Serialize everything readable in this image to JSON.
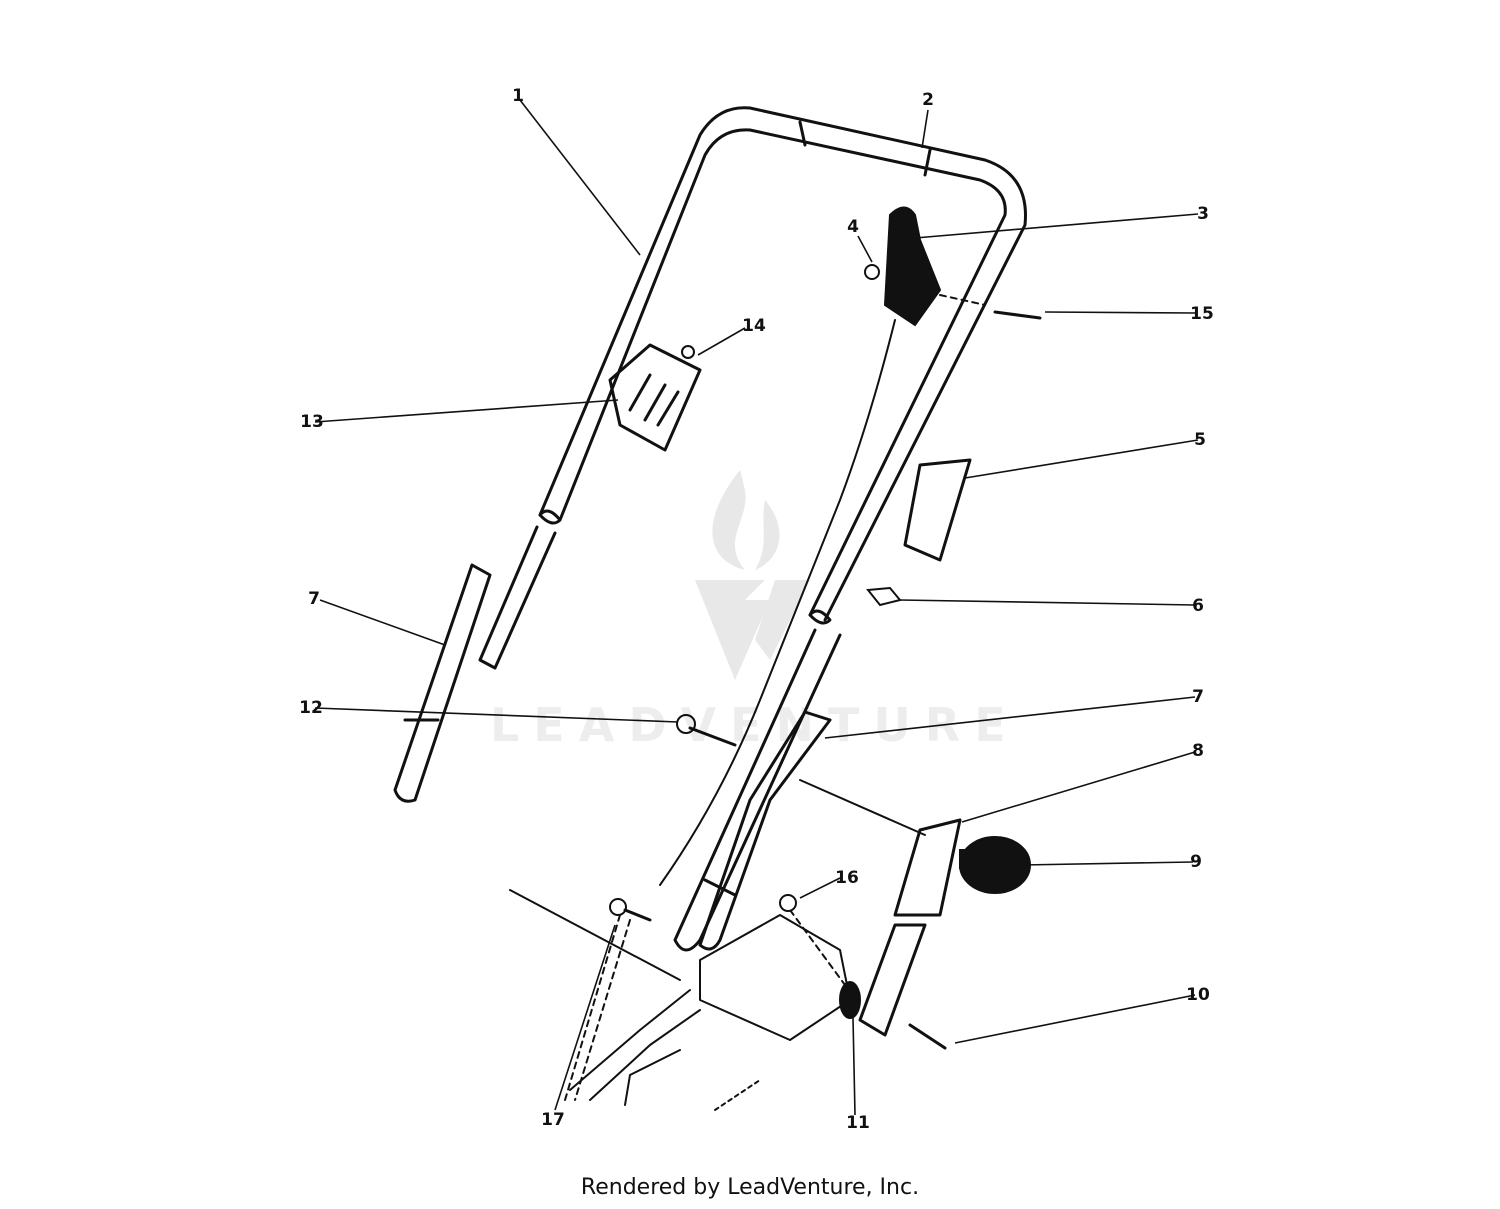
{
  "callouts": {
    "c1": "1",
    "c2": "2",
    "c3": "3",
    "c4": "4",
    "c5": "5",
    "c6": "6",
    "c7a": "7",
    "c7b": "7",
    "c8": "8",
    "c9": "9",
    "c10": "10",
    "c11": "11",
    "c12": "12",
    "c13": "13",
    "c14": "14",
    "c15": "15",
    "c16": "16",
    "c17": "17"
  },
  "watermark": "LEADVENTURE",
  "footer": "Rendered by LeadVenture, Inc.",
  "colors": {
    "ink": "#111111",
    "watermark": "#e6e6e6",
    "background": "#ffffff"
  }
}
